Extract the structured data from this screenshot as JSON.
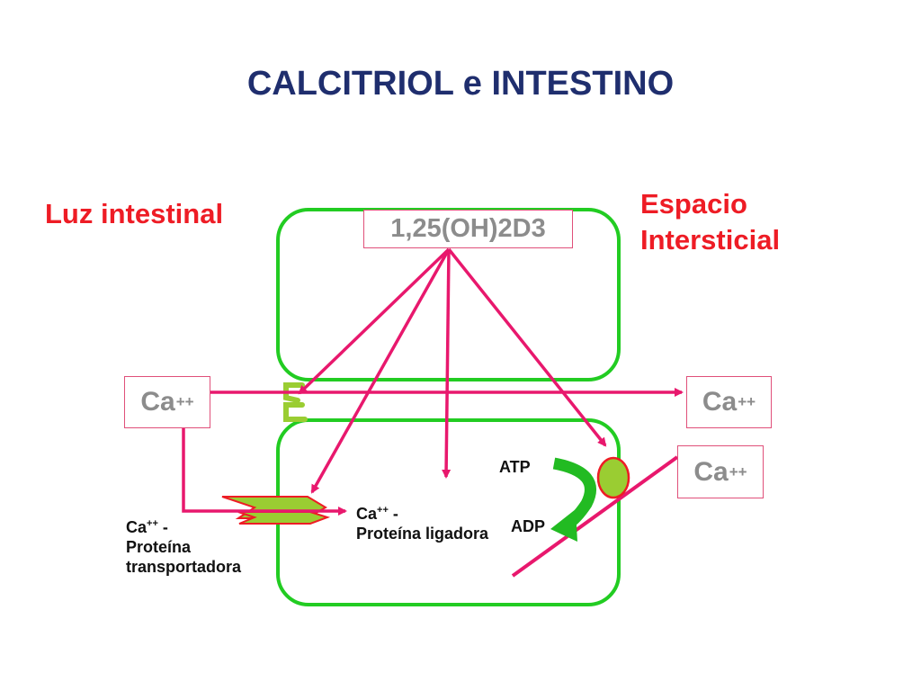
{
  "title": "CALCITRIOL e INTESTINO",
  "lumen_label": "Luz intestinal",
  "interstitial_label": [
    "Espacio",
    "Intersticial"
  ],
  "hormone": "1,25(OH)2D3",
  "ion": {
    "base": "Ca",
    "charge": "++"
  },
  "transport_protein": [
    "Proteína",
    "transportadora"
  ],
  "binding_protein": "Proteína ligadora",
  "atp": "ATP",
  "adp": "ADP",
  "colors": {
    "title": "#1f2e6e",
    "labels": "#ee1c25",
    "arrows": "#e8186d",
    "cell": "#22cc22",
    "channel": "#9acd32"
  }
}
